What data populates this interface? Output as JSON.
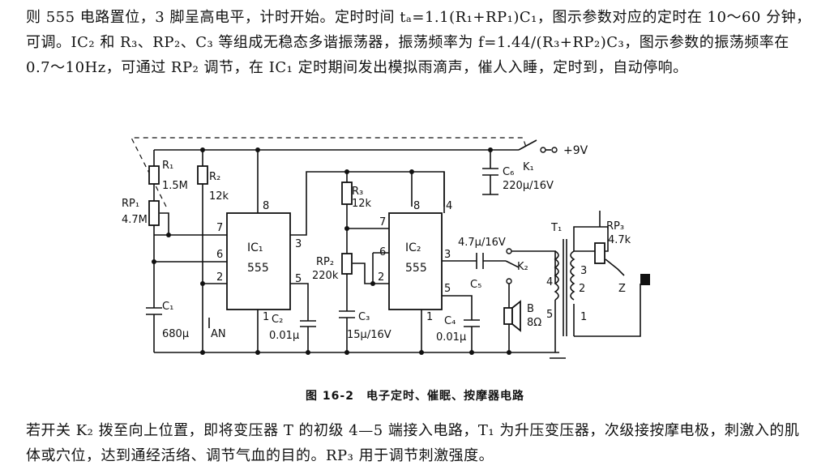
{
  "text": {
    "para1": "则 555 电路置位，3 脚呈高电平，计时开始。定时时间 tₐ=1.1(R₁+RP₁)C₁，图示参数对应的定时在 10～60 分钟，可调。IC₂ 和 R₃、RP₂、C₃ 等组成无稳态多谐振荡器，振荡频率为 f=1.44/(R₃+RP₂)C₃，图示参数的振荡频率在 0.7～10Hz，可通过 RP₂ 调节，在 IC₁ 定时期间发出模拟雨滴声，催人入睡，定时到，自动停响。",
    "caption": "图 16-2　电子定时、催眠、按摩器电路",
    "para2": "若开关 K₂ 拨至向上位置，即将变压器 T 的初级 4—5 端接入电路，T₁ 为升压变压器，次级接按摩电极，刺激入的肌体或穴位，达到通经活络、调节气血的目的。RP₃ 用于调节刺激强度。"
  },
  "circuit": {
    "R1": "R₁",
    "R1_val": "1.5M",
    "R2": "R₂",
    "R2_val": "12k",
    "RP1": "RP₁",
    "RP1_val": "4.7M",
    "C1": "C₁",
    "C1_val": "680μ",
    "AN": "AN",
    "IC1": "IC₁",
    "IC1_type": "555",
    "C2": "C₂",
    "C2_val": "0.01μ",
    "R3": "R₃",
    "R3_val": "12k",
    "RP2": "RP₂",
    "RP2_val": "220k",
    "C3": "C₃",
    "C3_val": "15μ/16V",
    "IC2": "IC₂",
    "IC2_type": "555",
    "C4": "C₄",
    "C4_val": "0.01μ",
    "C5": "C₅",
    "C5_val": "4.7μ/16V",
    "C6": "C₆",
    "C6_val": "220μ/16V",
    "K1": "K₁",
    "K2": "K₂",
    "supply": "+9V",
    "B": "B",
    "B_val": "8Ω",
    "T1": "T₁",
    "RP3": "RP₃",
    "RP3_val": "4.7k",
    "Z": "Z",
    "pins": {
      "ic1_7": "7",
      "ic1_6": "6",
      "ic1_2": "2",
      "ic1_8": "8",
      "ic1_3": "3",
      "ic1_5": "5",
      "ic1_1": "1",
      "ic2_7": "7",
      "ic2_6": "6",
      "ic2_2": "2",
      "ic2_8": "8",
      "ic2_4": "4",
      "ic2_3": "3",
      "ic2_5": "5",
      "ic2_1": "1",
      "t_3": "3",
      "t_2": "2",
      "t_1": "1",
      "t_4": "4",
      "t_5": "5"
    }
  }
}
